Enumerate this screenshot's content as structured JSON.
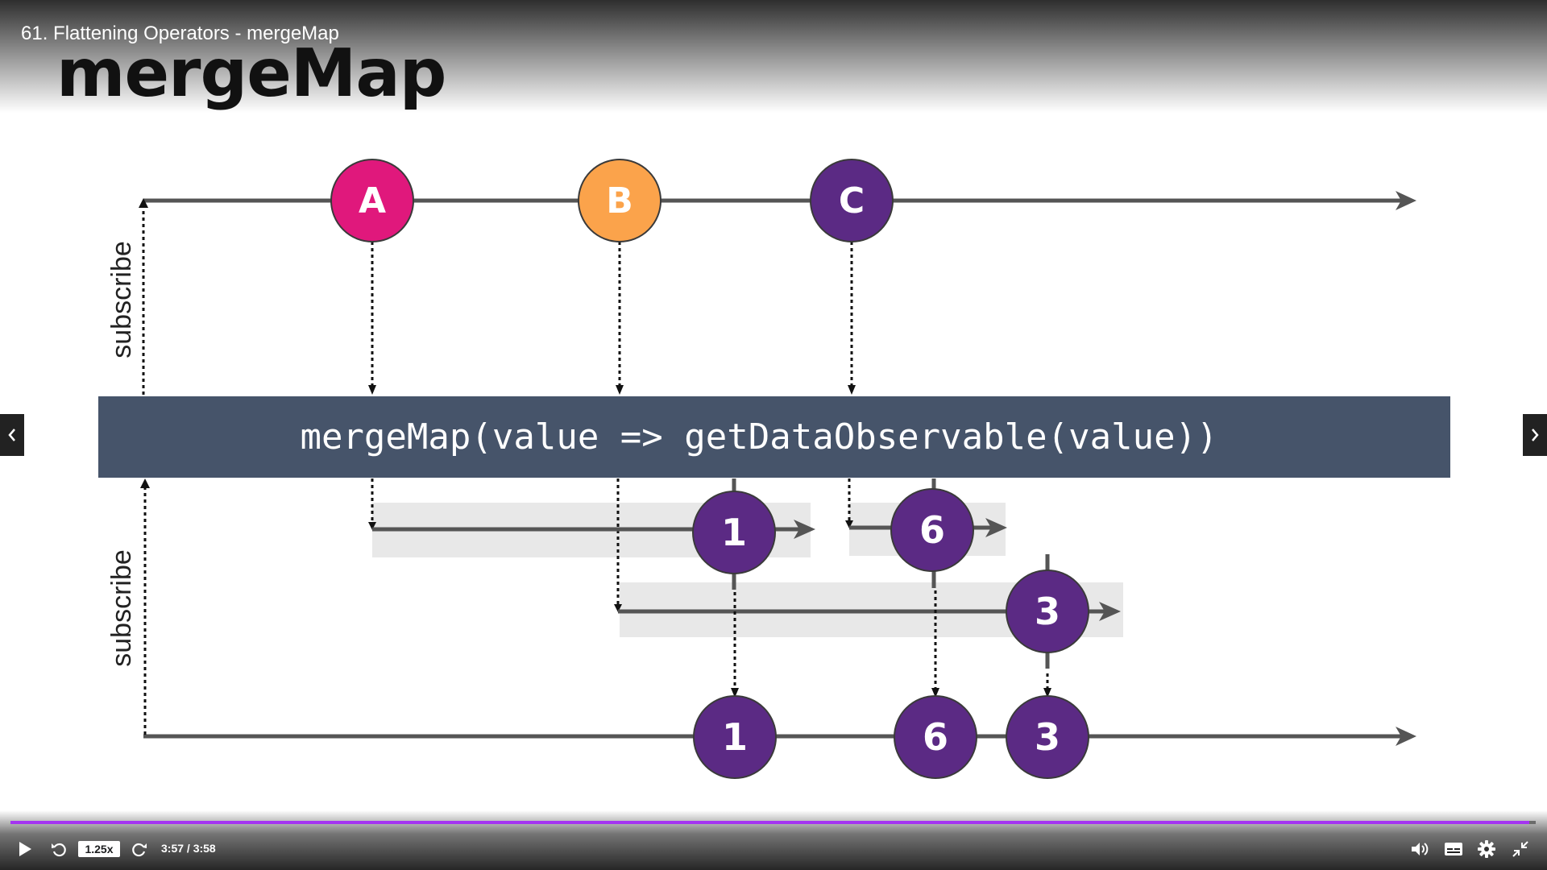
{
  "player": {
    "lecture_title": "61. Flattening Operators - mergeMap",
    "speed": "1.25x",
    "time": "3:57 / 3:58",
    "progress": 0.996,
    "accent_color": "#a435f0",
    "icons": [
      "play-icon",
      "rewind-icon",
      "forward-icon",
      "volume-icon",
      "captions-icon",
      "settings-icon",
      "fullscreen-exit-icon",
      "nav-prev-icon",
      "nav-next-icon"
    ]
  },
  "slide": {
    "title": "mergeMap",
    "operator_text": "mergeMap(value => getDataObservable(value))",
    "subscribe_label": "subscribe",
    "source_values": [
      {
        "label": "A",
        "color": "#e0187c"
      },
      {
        "label": "B",
        "color": "#fba34b"
      },
      {
        "label": "C",
        "color": "#5b2a84"
      }
    ],
    "inner_values": [
      "1",
      "6",
      "3"
    ],
    "output_values": [
      "1",
      "6",
      "3"
    ],
    "colors": {
      "operator_box": "#46546a",
      "inner_value": "#5b2a84",
      "timeline": "#555555",
      "inner_band": "#e8e8e8"
    }
  }
}
